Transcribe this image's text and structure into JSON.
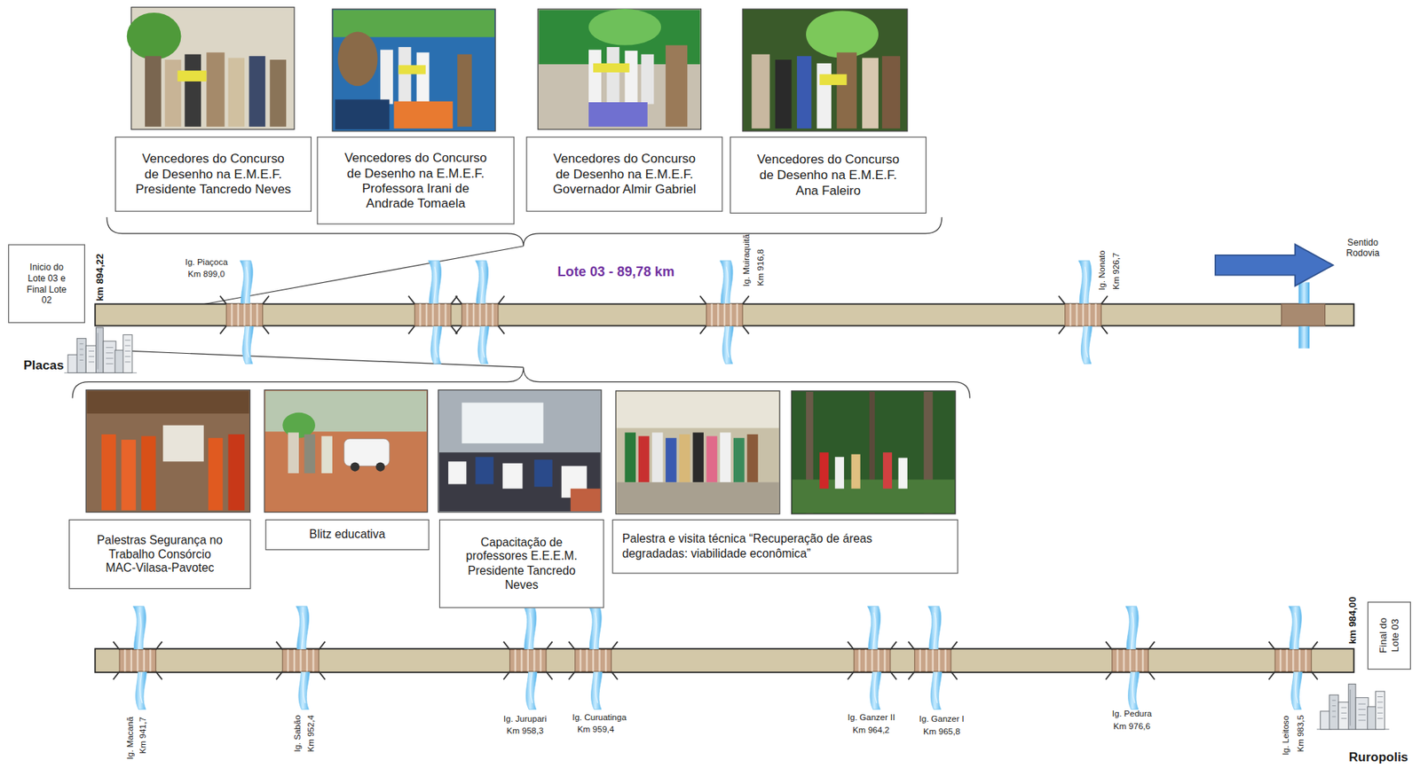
{
  "diagram": {
    "nodes": [
      {
        "text": [
          "Vencedores do Concurso de Desenho na E.M.E.F. Presidente Tancredo Neves"
        ]
      },
      {
        "text": [
          "Vencedores do Concurso de Desenho na E.M.E.F. Professora Irani de Andrade Tomaela"
        ]
      },
      {
        "text": [
          "Vencedores do Concurso de Desenho na E.M.E.F. Governador Almir Gabriel"
        ]
      },
      {
        "text": [
          "Vencedores do Concurso de Desenho na E.M.E.F. Ana Faleiro"
        ]
      },
      {
        "text": [
          "Inicio do Lote 03 e Final Lote 02"
        ]
      },
      {
        "text": [
          "Palestras Segurança no Trabalho Consórcio MAC-Vilasa-Pavotec"
        ]
      },
      {
        "text": [
          "Blitz educativa"
        ]
      },
      {
        "text": [
          "Capacitação de professores E.E.E.M. Presidente Tancredo Neves"
        ]
      },
      {
        "text": [
          "Palestra e visita técnica “Recuperação de áreas degradadas: viabilidade econômica”"
        ]
      },
      {
        "text": [
          "Final do Lote 03"
        ]
      }
    ],
    "labels": [
      "km 894,22",
      "Ig. Piaçoca",
      "Km 899,0",
      "Lote 03 - 89,78 km",
      "Ig. Muiraquitã",
      "Km 916,8",
      "Ig. Nonato",
      "Km 926,7",
      "Sentido Rodovia",
      "Placas",
      "Ig. Macanã",
      "Km 941,7",
      "Ig. Sabão",
      "Km 952,4",
      "Ig. Jurupari",
      "Km 958,3",
      "Ig. Curuatinga",
      "Km 959,4",
      "Ig. Ganzer II",
      "Km 964,2",
      "Ig. Ganzer I",
      "Km 965,8",
      "Ig. Pedura",
      "Km 976,6",
      "Ig. Leitoso",
      "Km 983,5",
      "km 984,00",
      "Ruropolis"
    ]
  }
}
